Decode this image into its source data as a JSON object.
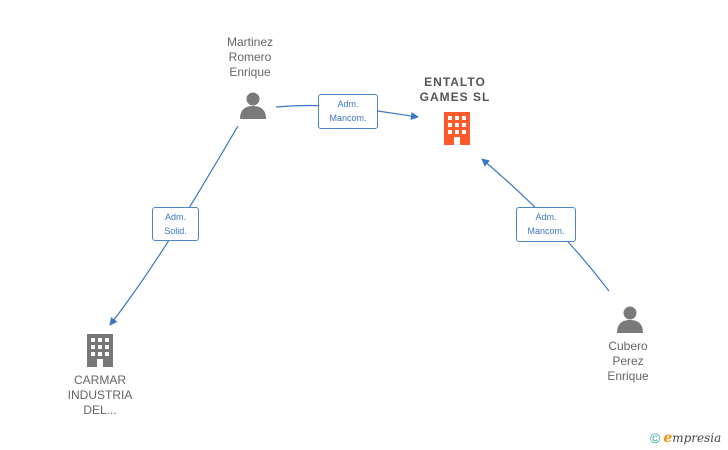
{
  "nodes": {
    "center": {
      "lines": [
        "ENTALTO",
        "GAMES  SL"
      ],
      "color": "#ff5a2b"
    },
    "martinez": {
      "lines": [
        "Martinez",
        "Romero",
        "Enrique"
      ]
    },
    "carmar": {
      "lines": [
        "CARMAR",
        "INDUSTRIA",
        "DEL..."
      ],
      "color": "#777777"
    },
    "cubero": {
      "lines": [
        "Cubero",
        "Perez",
        "Enrique"
      ]
    }
  },
  "edges": {
    "martinez_center": {
      "lines": [
        "Adm.",
        "Mancom."
      ]
    },
    "martinez_carmar": {
      "lines": [
        "Adm.",
        "Solid."
      ]
    },
    "cubero_center": {
      "lines": [
        "Adm.",
        "Mancom."
      ]
    }
  },
  "footer": {
    "copyright": "©",
    "brand_first": "e",
    "brand_rest": "mpresia"
  },
  "colors": {
    "edge": "#3b78c4",
    "person": "#7a7a7a"
  }
}
